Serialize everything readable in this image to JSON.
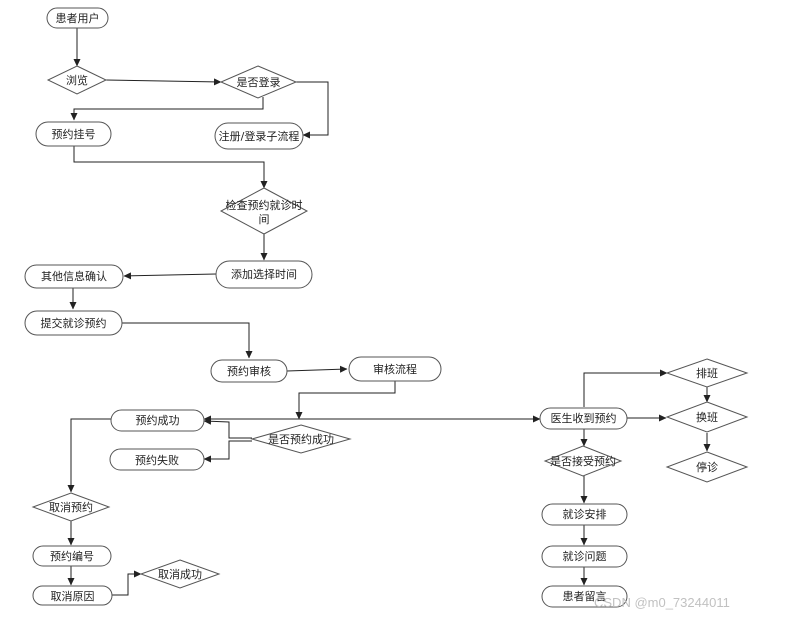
{
  "nodes": {
    "patient_user": "患者用户",
    "browse": "浏览",
    "is_logged_in": "是否登录",
    "book_appointment": "预约挂号",
    "register_login_subflow": "注册/登录子流程",
    "check_time_line1": "检查预约就诊时",
    "check_time_line2": "间",
    "add_select_time": "添加选择时间",
    "other_info_confirm": "其他信息确认",
    "submit_appointment": "提交就诊预约",
    "appointment_review": "预约审核",
    "review_process": "审核流程",
    "appointment_success": "预约成功",
    "is_appointment_success": "是否预约成功",
    "appointment_failed": "预约失败",
    "cancel_appointment": "取消预约",
    "appointment_number": "预约编号",
    "cancel_reason": "取消原因",
    "cancel_success": "取消成功",
    "doctor_receive": "医生收到预约",
    "accept_appointment": "是否接受预约",
    "consult_arrange": "就诊安排",
    "consult_question": "就诊问题",
    "patient_message": "患者留言",
    "schedule": "排班",
    "shift_change": "换班",
    "stop_consult": "停诊"
  },
  "watermark": "CSDN @m0_73244011"
}
